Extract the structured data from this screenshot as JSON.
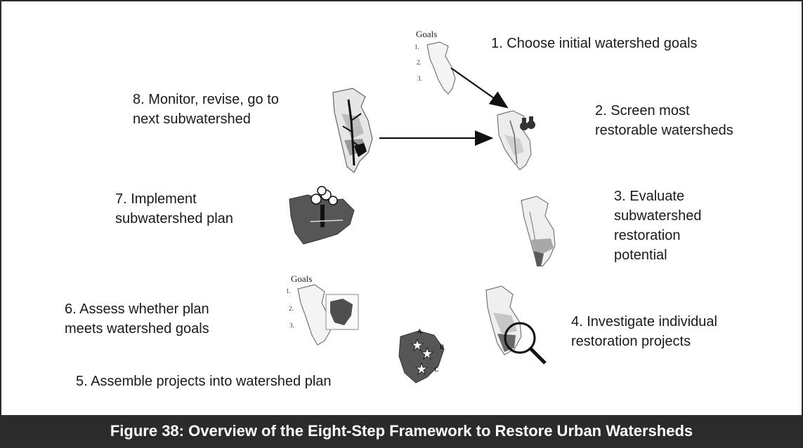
{
  "steps": [
    {
      "num": "1.",
      "text": "Choose initial watershed goals"
    },
    {
      "num": "2.",
      "lines": [
        "Screen most",
        "restorable watersheds"
      ]
    },
    {
      "num": "3.",
      "lines": [
        "Evaluate",
        "subwatershed",
        "restoration",
        "potential"
      ]
    },
    {
      "num": "4.",
      "lines": [
        "Investigate individual",
        "restoration projects"
      ]
    },
    {
      "num": "5.",
      "text": "Assemble projects into watershed plan"
    },
    {
      "num": "6.",
      "lines": [
        "Assess whether plan",
        "meets watershed goals"
      ]
    },
    {
      "num": "7.",
      "lines": [
        "Implement",
        "subwatershed plan"
      ]
    },
    {
      "num": "8.",
      "lines": [
        "Monitor, revise, go to",
        "next subwatershed"
      ]
    }
  ],
  "icons": {
    "goals_title": "Goals",
    "goals_list": [
      "1.",
      "2.",
      "3."
    ],
    "project_markers": [
      "A",
      "B",
      "C"
    ]
  },
  "caption": "Figure 38: Overview of the Eight-Step Framework to Restore Urban Watersheds",
  "colors": {
    "caption_bg": "#2b2b2b",
    "caption_text": "#ffffff",
    "dark_fill": "#555555"
  }
}
